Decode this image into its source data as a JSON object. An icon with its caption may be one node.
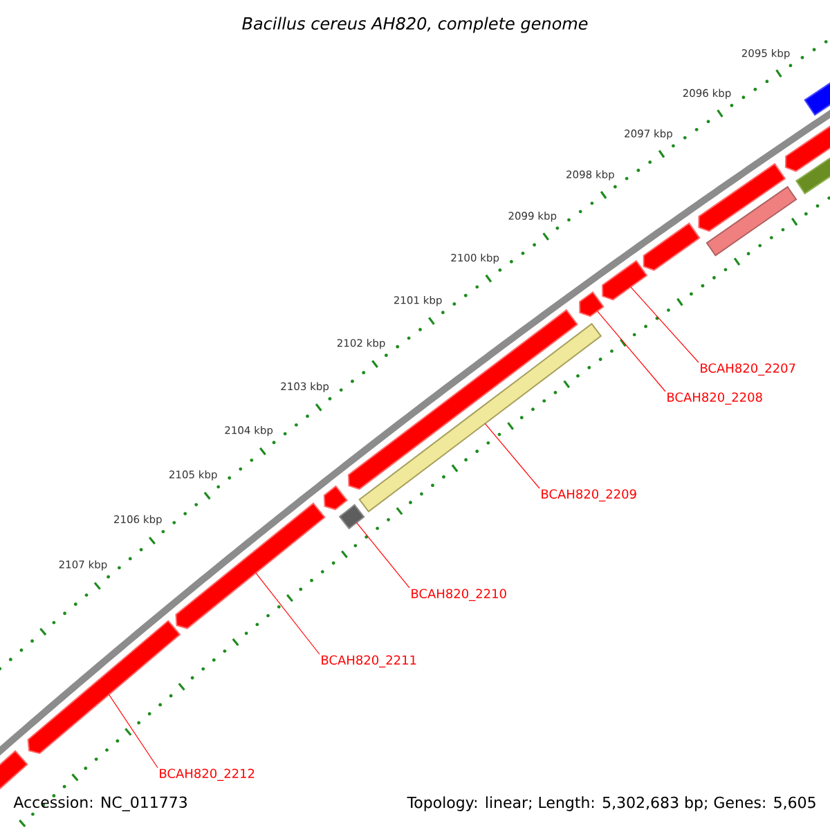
{
  "diagram": {
    "title": "Bacillus cereus AH820, complete genome",
    "nodes": [
      {
        "text": [
          "BCAH820_2207"
        ]
      },
      {
        "text": [
          "BCAH820_2208"
        ]
      },
      {
        "text": [
          "BCAH820_2209"
        ]
      },
      {
        "text": [
          "BCAH820_2210"
        ]
      },
      {
        "text": [
          "BCAH820_2211"
        ]
      },
      {
        "text": [
          "BCAH820_2212"
        ]
      },
      {
        "text": [],
        "shape": "bar"
      },
      {
        "text": [],
        "shape": "bar"
      },
      {
        "text": [],
        "shape": "bar"
      },
      {
        "text": [],
        "shape": "bar"
      },
      {
        "text": [],
        "shape": "bar"
      },
      {
        "text": [],
        "shape": "bar"
      },
      {
        "text": [],
        "shape": "bar"
      },
      {
        "text": [],
        "shape": "bar"
      },
      {
        "text": [],
        "shape": "bar"
      },
      {
        "text": [],
        "shape": "bar"
      },
      {
        "text": [],
        "shape": "bar"
      },
      {
        "text": [],
        "shape": "bar"
      },
      {
        "text": [],
        "shape": "bar"
      },
      {
        "text": [],
        "shape": "bar"
      },
      {
        "text": [],
        "shape": "bar"
      }
    ],
    "edges": [
      {
        "from": 0,
        "to": 14,
        "arrow": "none"
      },
      {
        "from": 1,
        "to": 13,
        "arrow": "none"
      },
      {
        "from": 2,
        "to": 12,
        "arrow": "none"
      },
      {
        "from": 3,
        "to": 10,
        "arrow": "none"
      },
      {
        "from": 4,
        "to": 8,
        "arrow": "none"
      },
      {
        "from": 5,
        "to": 7,
        "arrow": "none"
      }
    ],
    "labels": [
      "2095 kbp",
      "2096 kbp",
      "2097 kbp",
      "2098 kbp",
      "2099 kbp",
      "2100 kbp",
      "2101 kbp",
      "2102 kbp",
      "2103 kbp",
      "2104 kbp",
      "2105 kbp",
      "2106 kbp",
      "2107 kbp",
      "Accession: NC_011773",
      "Topology: linear; Length: 5,302,683 bp; Genes: 5,605"
    ]
  }
}
